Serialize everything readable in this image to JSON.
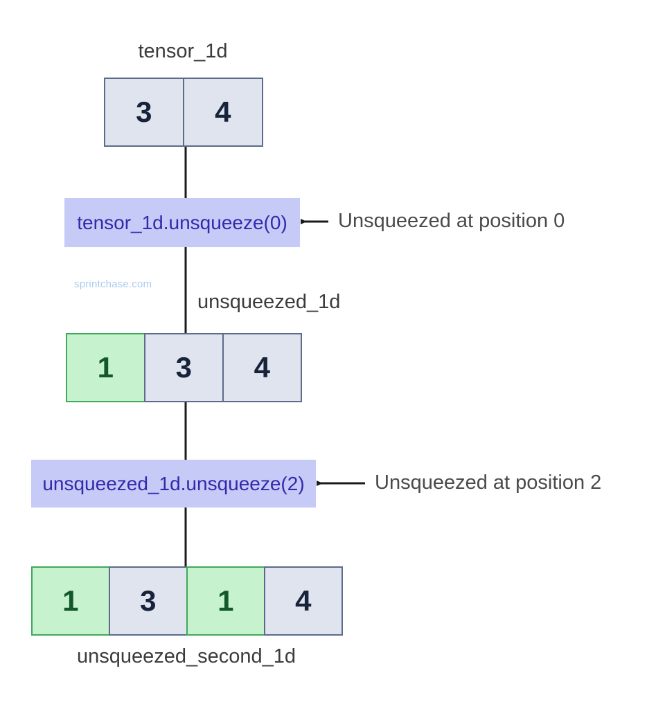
{
  "diagram": {
    "title_row1": "tensor_1d",
    "title_row2": "unsqueezed_1d",
    "title_row3": "unsqueezed_second_1d",
    "watermark": "sprintchase.com",
    "colors": {
      "grey_fill": "#e0e4ee",
      "grey_border": "#5c6b8a",
      "grey_text": "#17233b",
      "green_fill": "#c6f2ce",
      "green_border": "#3fa85a",
      "green_text": "#14572a",
      "op_fill": "#c5caf7",
      "op_text": "#3528ab",
      "line": "#1a1a1a",
      "caption_text": "#3b3b3b",
      "watermark_text": "#a9cbef"
    }
  },
  "rows": [
    {
      "name": "tensor_1d",
      "label": "tensor_1d",
      "cells": [
        {
          "value": "3",
          "kind": "grey"
        },
        {
          "value": "4",
          "kind": "grey"
        }
      ]
    },
    {
      "name": "unsqueezed_1d",
      "label": "unsqueezed_1d",
      "cells": [
        {
          "value": "1",
          "kind": "green"
        },
        {
          "value": "3",
          "kind": "grey"
        },
        {
          "value": "4",
          "kind": "grey"
        }
      ]
    },
    {
      "name": "unsqueezed_second_1d",
      "label": "unsqueezed_second_1d",
      "cells": [
        {
          "value": "1",
          "kind": "green"
        },
        {
          "value": "3",
          "kind": "grey"
        },
        {
          "value": "1",
          "kind": "green"
        },
        {
          "value": "4",
          "kind": "grey"
        }
      ]
    }
  ],
  "operations": [
    {
      "name": "unsqueeze-zero",
      "code": "tensor_1d.unsqueeze(0)",
      "annotation": "Unsqueezed at position 0"
    },
    {
      "name": "unsqueeze-two",
      "code": "unsqueezed_1d.unsqueeze(2)",
      "annotation": "Unsqueezed at position 2"
    }
  ]
}
